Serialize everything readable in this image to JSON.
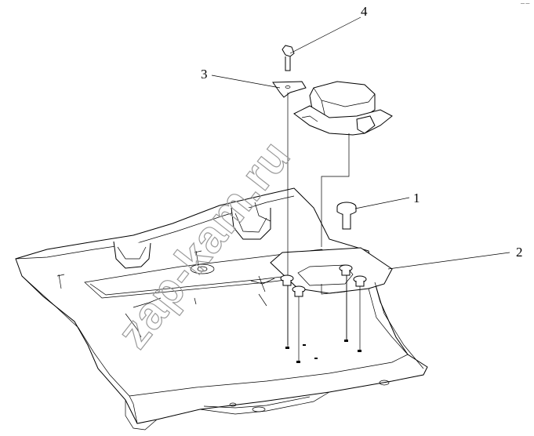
{
  "callouts": [
    {
      "id": "1",
      "label": "1"
    },
    {
      "id": "2",
      "label": "2"
    },
    {
      "id": "3",
      "label": "3"
    },
    {
      "id": "4",
      "label": "4"
    }
  ],
  "watermark": "zap-kam.ru",
  "corner_mark": "— —",
  "colors": {
    "line": "#000000",
    "background": "#ffffff",
    "watermark": "#9a9a9a"
  }
}
